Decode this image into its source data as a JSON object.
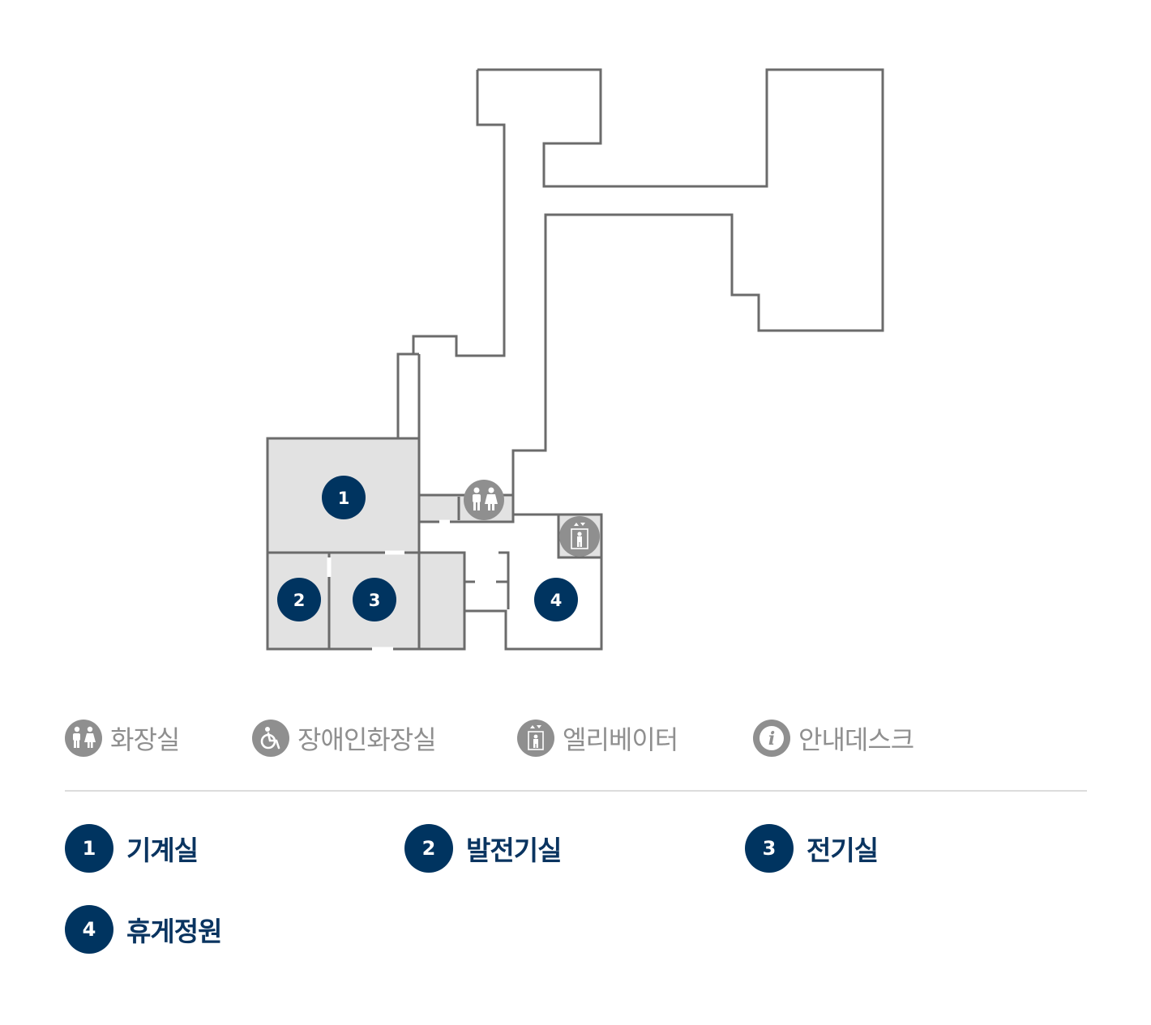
{
  "colors": {
    "wall": "#6b6b6b",
    "room_fill": "#e2e2e2",
    "marker_navy": "#003460",
    "amenity_gray": "#8f8f8f",
    "divider": "#dcdcdc"
  },
  "map": {
    "markers": [
      {
        "id": "1",
        "label": "1"
      },
      {
        "id": "2",
        "label": "2"
      },
      {
        "id": "3",
        "label": "3"
      },
      {
        "id": "4",
        "label": "4"
      }
    ],
    "amenities": [
      "restroom-icon",
      "elevator-icon"
    ]
  },
  "legend": {
    "amenities": [
      {
        "icon": "restroom-icon",
        "label": "화장실"
      },
      {
        "icon": "accessible-restroom-icon",
        "label": "장애인화장실"
      },
      {
        "icon": "elevator-icon",
        "label": "엘리베이터"
      },
      {
        "icon": "info-desk-icon",
        "label": "안내데스크"
      }
    ],
    "rooms": [
      {
        "number": "1",
        "label": "기계실"
      },
      {
        "number": "2",
        "label": "발전기실"
      },
      {
        "number": "3",
        "label": "전기실"
      },
      {
        "number": "4",
        "label": "휴게정원"
      }
    ]
  }
}
